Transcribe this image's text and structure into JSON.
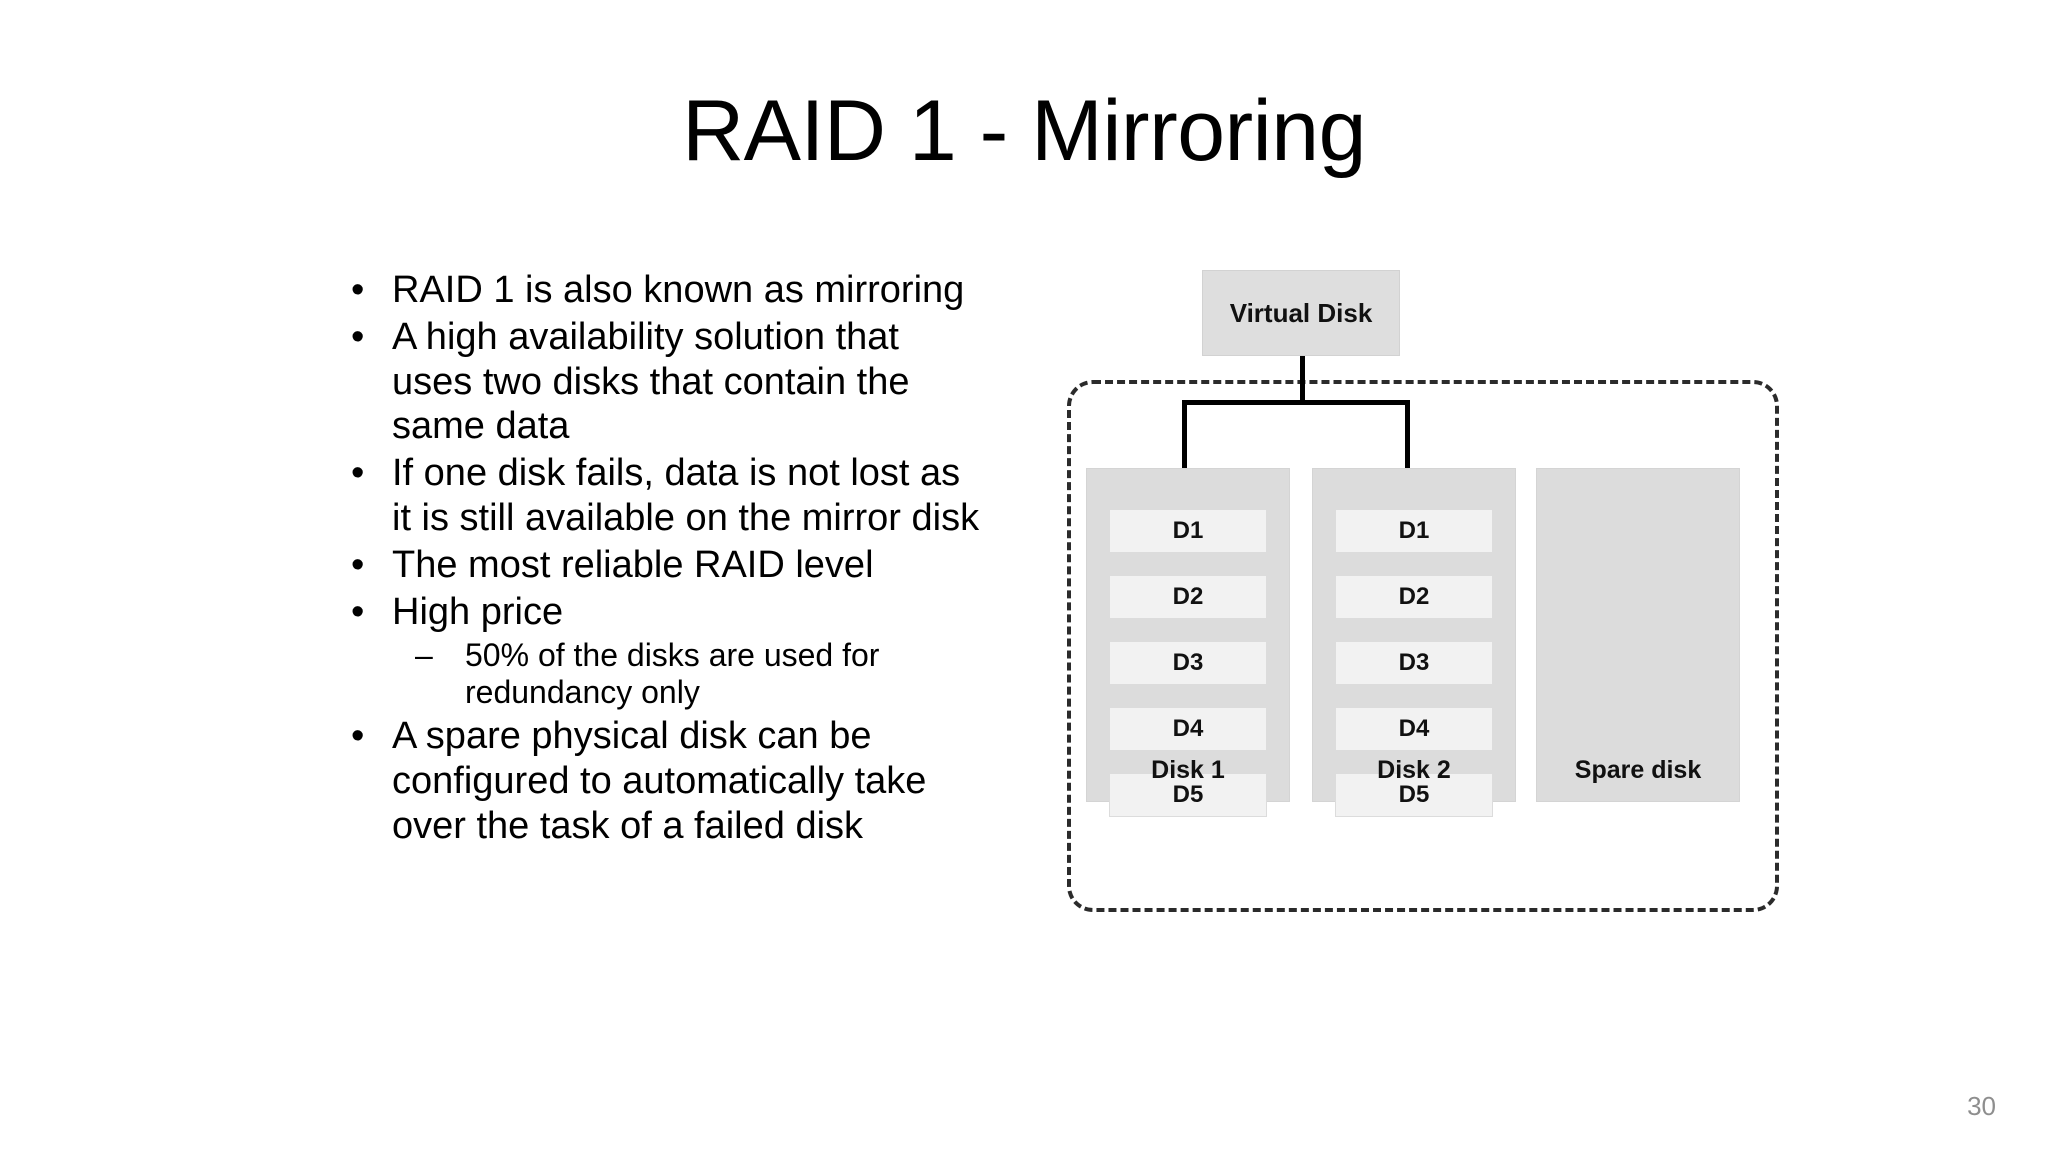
{
  "slide": {
    "title": "RAID 1 - Mirroring",
    "page_number": "30",
    "background_color": "#ffffff"
  },
  "body": {
    "bullets": [
      {
        "level": 1,
        "marker": "•",
        "text": "RAID 1 is also known as mirroring"
      },
      {
        "level": 1,
        "marker": "•",
        "text": "A high availability solution that uses two disks that contain the same data"
      },
      {
        "level": 1,
        "marker": "•",
        "text": "If one disk fails, data is not lost as it is still available on the mirror disk"
      },
      {
        "level": 1,
        "marker": "•",
        "text": "The most reliable RAID level"
      },
      {
        "level": 1,
        "marker": "•",
        "text": "High price"
      },
      {
        "level": 2,
        "marker": "–",
        "text": "50% of the disks are used for redundancy only"
      },
      {
        "level": 1,
        "marker": "•",
        "text": "A spare physical disk can be configured to automatically take over the task of a failed disk"
      }
    ]
  },
  "diagram": {
    "virtual_disk_label": "Virtual Disk",
    "enclosure_style": "dashed-rounded-rectangle",
    "colors": {
      "disk_column_fill": "#dcdcdc",
      "block_fill": "#f2f2f2",
      "virtual_disk_fill": "#dedede",
      "connector_line": "#000000",
      "enclosure_border": "#2b2b2b"
    },
    "disks": [
      {
        "label": "Disk 1",
        "blocks": [
          "D1",
          "D2",
          "D3",
          "D4",
          "D5"
        ],
        "connected_to_virtual_disk": true
      },
      {
        "label": "Disk 2",
        "blocks": [
          "D1",
          "D2",
          "D3",
          "D4",
          "D5"
        ],
        "connected_to_virtual_disk": true
      },
      {
        "label": "Spare disk",
        "blocks": [],
        "connected_to_virtual_disk": false
      }
    ]
  }
}
